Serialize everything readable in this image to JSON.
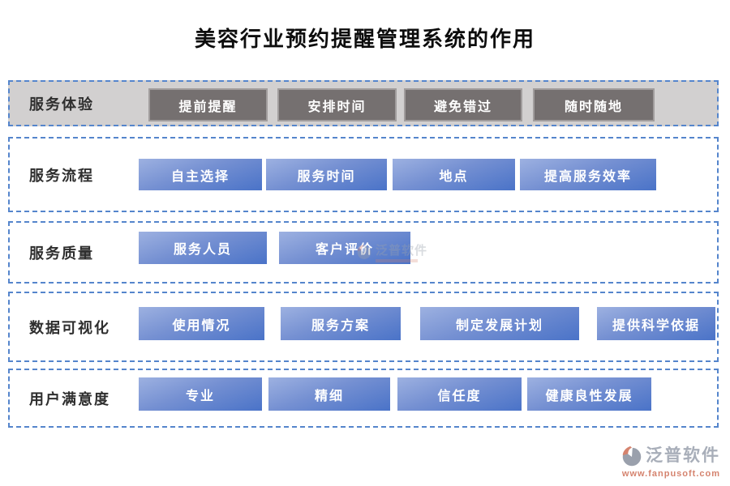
{
  "title": "美容行业预约提醒管理系统的作用",
  "rows": [
    {
      "label": "服务体验",
      "items": [
        "提前提醒",
        "安排时间",
        "避免错过",
        "随时随地"
      ]
    },
    {
      "label": "服务流程",
      "items": [
        "自主选择",
        "服务时间",
        "地点",
        "提高服务效率"
      ]
    },
    {
      "label": "服务质量",
      "items": [
        "服务人员",
        "客户评价"
      ]
    },
    {
      "label": "数据可视化",
      "items": [
        "使用情况",
        "服务方案",
        "制定发展计划",
        "提供科学依据"
      ]
    },
    {
      "label": "用户满意度",
      "items": [
        "专业",
        "精细",
        "信任度",
        "健康良性发展"
      ]
    }
  ],
  "watermark": {
    "brand": "泛普软件"
  },
  "footer": {
    "brand": "泛普软件",
    "url": "www.fanpusoft.com"
  },
  "colors": {
    "header_row_bg": "#d2d0d0",
    "dark_button": "#757070",
    "blue_gradient_top": "#9db1e1",
    "blue_gradient_bottom": "#4a73c8",
    "dashed_border": "#5585cc",
    "brand_gray": "#a8aeb9",
    "brand_salmon": "#d5836e"
  }
}
